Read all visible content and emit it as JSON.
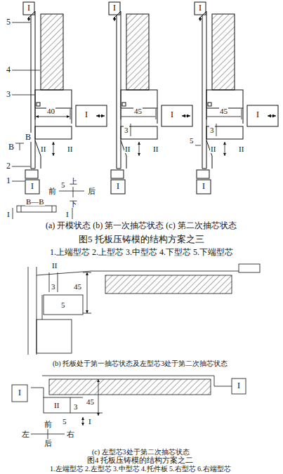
{
  "diagram": {
    "labels": [
      "I",
      "5",
      "4",
      "3",
      "40",
      "B",
      "B",
      "II",
      "II",
      "I",
      "2",
      "1",
      "I",
      "B—B",
      "I",
      "I",
      "5",
      "上",
      "前",
      "后",
      "下",
      "I",
      "45",
      "3",
      "II",
      "II",
      "I",
      "I",
      "I",
      "45",
      "5",
      "3",
      "II",
      "II",
      "I",
      "I",
      "(a) 开模状态  (b) 第一次抽芯状态  (c) 第二次抽芯状态",
      "图5  托板压铸模的结构方案之三",
      "1.上端型芯  2.上型芯  3.中型芯  4.下型芯  5.下端型芯",
      "II",
      "3",
      "45",
      "5",
      "(b) 托板处于第一抽芯状态及左型芯3处于第二次抽芯状态",
      "I",
      "I",
      "II",
      "3",
      "45",
      "5",
      "I",
      "左",
      "右",
      "前",
      "后",
      "(c) 左型芯3处于第二次抽芯状态",
      "图4  托板压铸模的结构方案之二",
      "1.左端型芯 2.左型芯 3.中型芯 4.托件板 5.右型芯 6.右端型芯"
    ]
  }
}
